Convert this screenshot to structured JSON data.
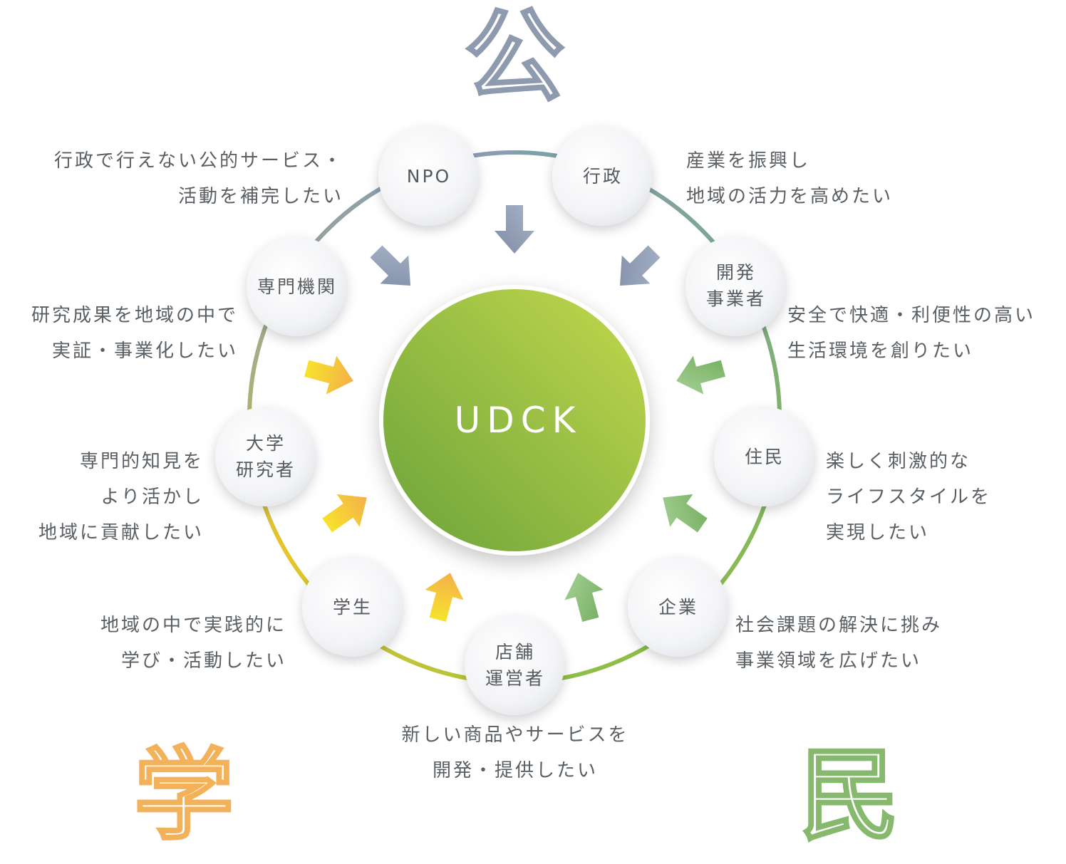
{
  "sectors": {
    "public": {
      "label": "公",
      "color": "#8e9aad"
    },
    "academic": {
      "label": "学",
      "color": "#f3b25a"
    },
    "private": {
      "label": "民",
      "color": "#86b96d"
    }
  },
  "center": {
    "label": "UDCK"
  },
  "nodes": [
    {
      "id": "npo",
      "lines": [
        "NPO"
      ],
      "desc": [
        "行政で行えない公的サービス・",
        "活動を補完したい"
      ]
    },
    {
      "id": "gyosei",
      "lines": [
        "行政"
      ],
      "desc": [
        "産業を振興し",
        "地域の活力を高めたい"
      ]
    },
    {
      "id": "kaihatsu",
      "lines": [
        "開発",
        "事業者"
      ],
      "desc": [
        "安全で快適・利便性の高い",
        "生活環境を創りたい"
      ]
    },
    {
      "id": "jumin",
      "lines": [
        "住民"
      ],
      "desc": [
        "楽しく刺激的な",
        "ライフスタイルを",
        "実現したい"
      ]
    },
    {
      "id": "kigyo",
      "lines": [
        "企業"
      ],
      "desc": [
        "社会課題の解決に挑み",
        "事業領域を広げたい"
      ]
    },
    {
      "id": "tenpo",
      "lines": [
        "店舗",
        "運営者"
      ],
      "desc": [
        "新しい商品やサービスを",
        "開発・提供したい"
      ]
    },
    {
      "id": "gakusei",
      "lines": [
        "学生"
      ],
      "desc": [
        "地域の中で実践的に",
        "学び・活動したい"
      ]
    },
    {
      "id": "daigaku",
      "lines": [
        "大学",
        "研究者"
      ],
      "desc": [
        "専門的知見を",
        "より活かし",
        "地域に貢献したい"
      ]
    },
    {
      "id": "senmon",
      "lines": [
        "専門機関"
      ],
      "desc": [
        "研究成果を地域の中で",
        "実証・事業化したい"
      ]
    }
  ]
}
